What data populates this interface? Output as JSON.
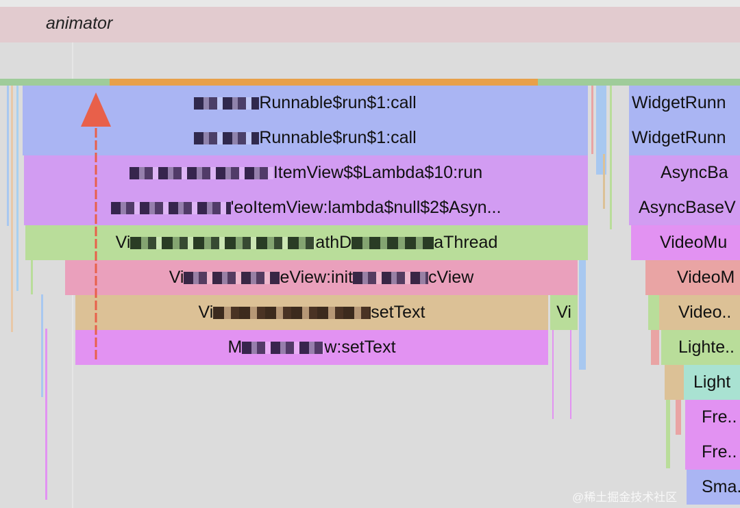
{
  "track": {
    "name": "animator"
  },
  "colors": {
    "blue": "#aab5f3",
    "purple": "#d29cf2",
    "green": "#b9dd9a",
    "pink": "#eaa0bc",
    "tan": "#dcc196",
    "magenta": "#e292f2",
    "salmon": "#e9a4a4",
    "teal": "#a9e2d2",
    "orange": "#e8a04a",
    "annotation": "#e8604a"
  },
  "slices": {
    "main": [
      "Runnable$run$1:call",
      "Runnable$run$1:call",
      "ItemView$$Lambda$10:run",
      "'eoItemView:lambda$null$2$Asyn...",
      "Vi",
      "athD",
      "aThread",
      "Vi",
      "eView:init",
      "cView",
      "Vi",
      "setText",
      "Vi",
      "M",
      "w:setText"
    ],
    "right": [
      "WidgetRunn",
      "WidgetRunn",
      "AsyncBa",
      "AsyncBaseV",
      "VideoMu",
      "VideoM",
      "Video..",
      "Lighte..",
      "Light",
      "Fre..",
      "Fre..",
      "Sma.."
    ]
  },
  "watermark": "@稀土掘金技术社区"
}
